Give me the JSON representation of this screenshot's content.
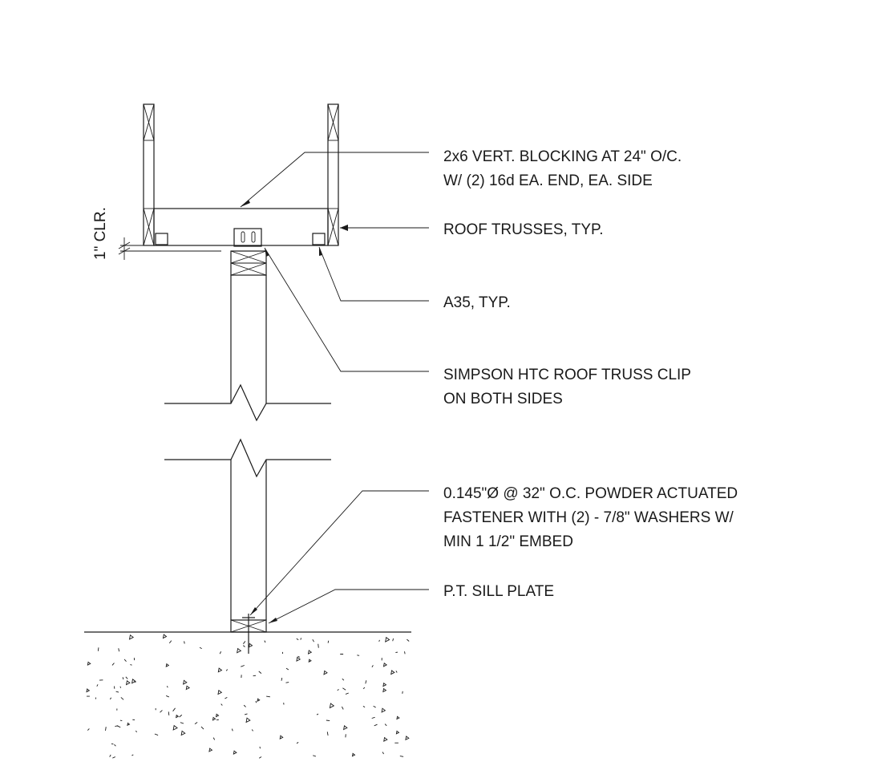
{
  "drawing": {
    "dimension_label": "1\" CLR.",
    "callouts": [
      {
        "id": "blocking",
        "lines": [
          "2x6 VERT. BLOCKING AT 24\" O/C.",
          "W/ (2) 16d EA. END, EA. SIDE"
        ]
      },
      {
        "id": "trusses",
        "lines": [
          "ROOF TRUSSES, TYP."
        ]
      },
      {
        "id": "a35",
        "lines": [
          "A35, TYP."
        ]
      },
      {
        "id": "htc-clip",
        "lines": [
          "SIMPSON HTC ROOF TRUSS CLIP",
          "ON BOTH SIDES"
        ]
      },
      {
        "id": "fastener",
        "lines": [
          "0.145\"Ø @ 32\" O.C. POWDER ACTUATED",
          "FASTENER WITH (2) - 7/8\" WASHERS W/",
          "MIN 1 1/2\" EMBED"
        ]
      },
      {
        "id": "sill-plate",
        "lines": [
          "P.T. SILL PLATE"
        ]
      }
    ]
  }
}
